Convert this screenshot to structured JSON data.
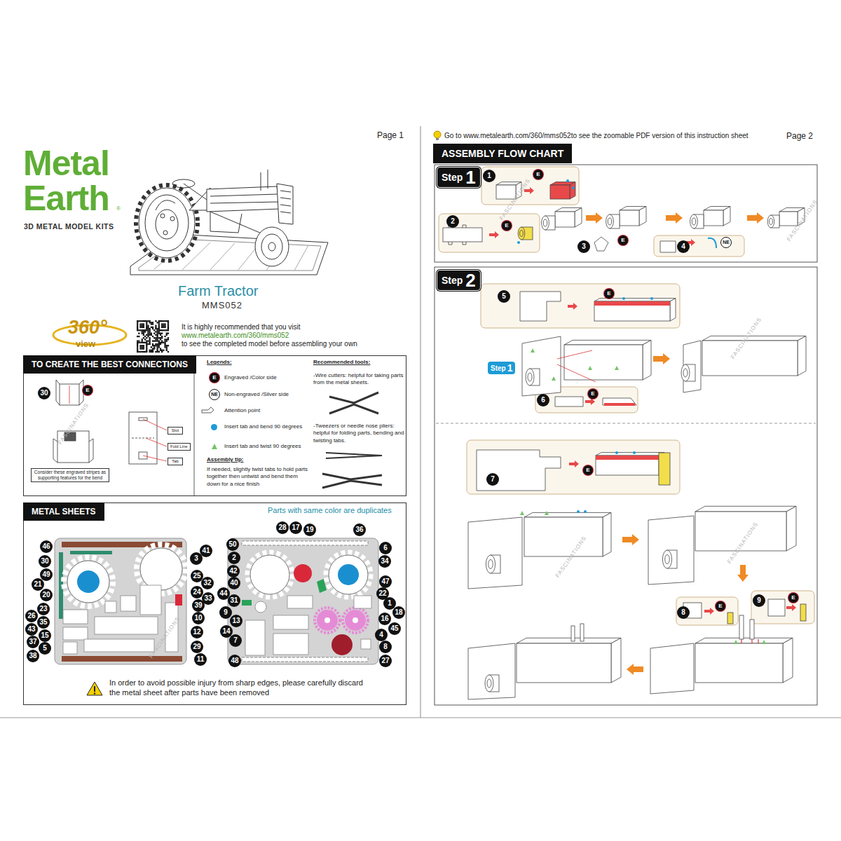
{
  "diagram": {
    "nodes": [
      {
        "text": [
          "TO CREATE THE BEST CONNECTIONS"
        ]
      },
      {
        "text": [
          "Consider these engraved stripes as supporting features for the bend"
        ],
        "in": 0
      },
      {
        "text": [
          "Slot"
        ],
        "in": 0
      },
      {
        "text": [
          "Fold Line"
        ],
        "in": 0
      },
      {
        "text": [
          "Tab"
        ],
        "in": 0
      },
      {
        "text": [
          "METAL SHEETS"
        ]
      },
      {
        "text": [
          "ASSEMBLY FLOW CHART"
        ]
      },
      {
        "text": [
          "Step",
          "1"
        ],
        "in": 6
      },
      {
        "text": [
          "Step",
          "2"
        ],
        "in": 6
      },
      {
        "text": [
          "Step",
          "1"
        ],
        "in": 6
      }
    ],
    "labels": [
      "Page 1",
      "Metal",
      "Earth",
      "3D METAL MODEL KITS",
      "Farm Tractor",
      "MMS052",
      "360°",
      "view",
      "It is highly recommended that you visit",
      "www.metalearth.com/360/mms052",
      "to see the completed model before assembling your own",
      "30",
      "E",
      "Legends:",
      "E",
      "NE",
      "Recommended tools:",
      "-Wire cutters: helpful for taking parts from the metal sheets.",
      "-Tweezers or needle nose pliers: helpful for folding parts, bending and twisting tabs.",
      "Assembly tip:",
      "If needed, slightly twist tabs to hold parts together then untwist and bend them down for a nice finish",
      "Parts with same color are duplicates",
      "46",
      "30",
      "49",
      "21",
      "20",
      "23",
      "26",
      "35",
      "43",
      "15",
      "37",
      "5",
      "38",
      "41",
      "3",
      "25",
      "32",
      "24",
      "33",
      "39",
      "10",
      "12",
      "29",
      "11",
      "28",
      "17",
      "19",
      "36",
      "50",
      "2",
      "42",
      "40",
      "44",
      "31",
      "9",
      "13",
      "14",
      "7",
      "48",
      "6",
      "34",
      "47",
      "22",
      "1",
      "18",
      "16",
      "45",
      "4",
      "8",
      "27",
      "In order to avoid possible injury from sharp edges, please carefully discard the metal sheet after parts have been removed",
      "FASCINATIONS",
      "FASCINATIONS",
      "Go to www.metalearth.com/360/mms052to see the zoomable PDF version of this instruction sheet",
      "Page 2",
      "1",
      "E",
      "2",
      "E",
      "3",
      "E",
      "4",
      "NE",
      "5",
      "E",
      "6",
      "E",
      "7",
      "E",
      "8",
      "E",
      "9",
      "E",
      "FASCINATIONS",
      "FASCINATIONS",
      "FASCINATIONS",
      "FASCINATIONS",
      "FASCINATIONS",
      "®"
    ],
    "legend": [
      {
        "text": "Engraved /Color side"
      },
      {
        "text": "Non-engraved /Silver side"
      },
      {
        "text": "Attention point"
      },
      {
        "text": "Insert tab and bend 90 degrees",
        "color": "#1e9bd7"
      },
      {
        "text": "Insert tab and twist 90 degrees"
      }
    ]
  }
}
